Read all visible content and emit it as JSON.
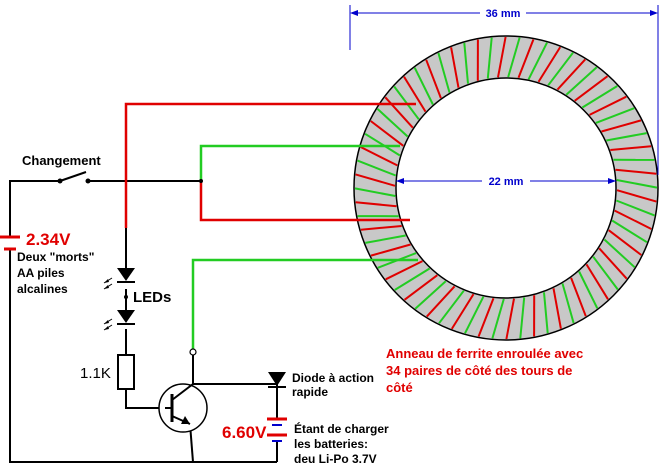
{
  "labels": {
    "switch": "Changement",
    "battery_voltage": "2.34V",
    "battery_desc_1": "Deux \"morts\"",
    "battery_desc_2": "AA piles",
    "battery_desc_3": "alcalines",
    "leds": "LEDs",
    "resistor": "1.1K",
    "diode_1": "Diode à action",
    "diode_2": "rapide",
    "output_voltage": "6.60V",
    "charge_1": "Étant de charger",
    "charge_2": "les batteries:",
    "charge_3": "deu Li-Po 3.7V",
    "ferrite_1": "Anneau de ferrite enroulée avec",
    "ferrite_2": "34 paires de côté des tours de",
    "ferrite_3": "côté",
    "dim_outer": "36 mm",
    "dim_inner": "22 mm"
  },
  "colors": {
    "wire_black": "#000000",
    "wire_red": "#e00000",
    "wire_green": "#22cc22",
    "ferrite": "#c8c8c8",
    "dimension": "#0000cc"
  },
  "toroid": {
    "winding_pairs": 34
  }
}
